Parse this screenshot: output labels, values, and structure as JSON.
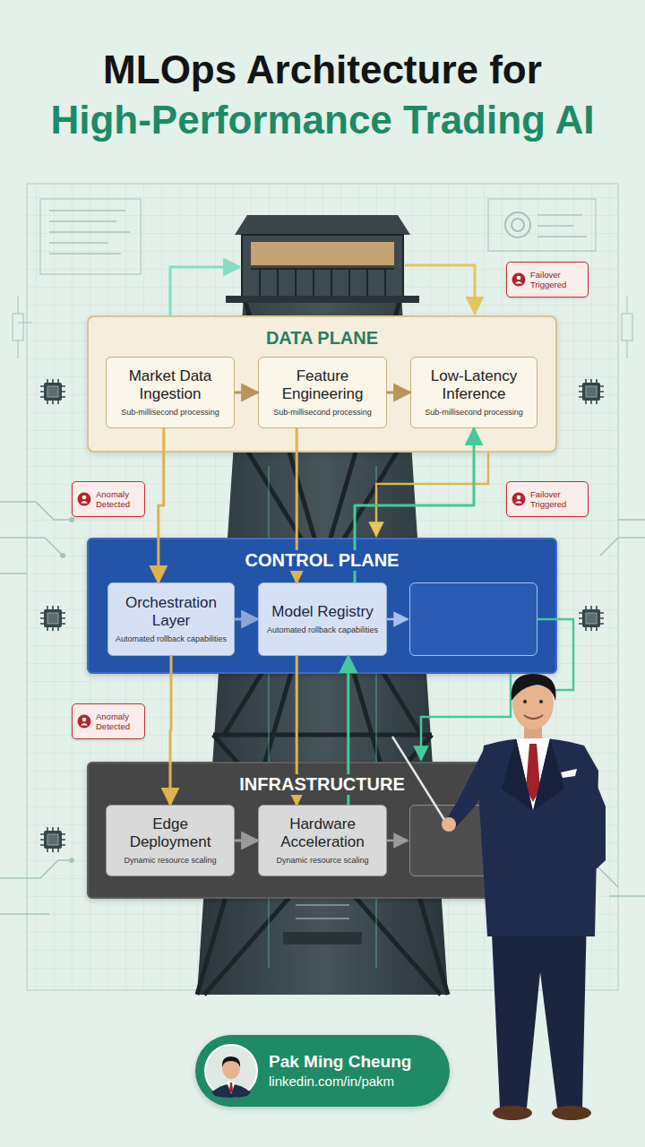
{
  "diagram": {
    "title": "MLOps Architecture for High-Performance Trading AI",
    "nodes": [
      {
        "text": [
          "Failover Triggered"
        ]
      },
      {
        "text": [
          "DATA PLANE"
        ]
      },
      {
        "text": [
          "Market Data Ingestion",
          "Sub-millisecond processing"
        ],
        "in": 1
      },
      {
        "text": [
          "Feature Engineering",
          "Sub-millisecond processing"
        ],
        "in": 1
      },
      {
        "text": [
          "Low-Latency Inference",
          "Sub-millisecond processing"
        ],
        "in": 1
      },
      {
        "text": [
          "Anomaly Detected"
        ]
      },
      {
        "text": [
          "Failover Triggered"
        ]
      },
      {
        "text": [
          "CONTROL PLANE"
        ]
      },
      {
        "text": [
          "Orchestration Layer",
          "Automated rollback capabilities"
        ],
        "in": 7
      },
      {
        "text": [
          "Model Registry",
          "Automated rollback capabilities"
        ],
        "in": 7
      },
      {
        "text": [
          "Anomaly Detected"
        ]
      },
      {
        "text": [
          "INFRASTRUCTURE"
        ]
      },
      {
        "text": [
          "Edge Deployment",
          "Dynamic resource scaling"
        ],
        "in": 11
      },
      {
        "text": [
          "Hardware Acceleration",
          "Dynamic resource scaling"
        ],
        "in": 11
      },
      {
        "text": [
          "Pak Ming Cheung",
          "linkedin.com/in/pakm"
        ]
      }
    ],
    "edges": [
      {
        "from": 2,
        "to": 3,
        "arrow": "to"
      },
      {
        "from": 3,
        "to": 4,
        "arrow": "to"
      },
      {
        "from": 8,
        "to": 9,
        "arrow": "to"
      },
      {
        "from": 12,
        "to": 13,
        "arrow": "to"
      },
      {
        "from": 2,
        "to": 8,
        "arrow": "to"
      },
      {
        "from": 3,
        "to": 9,
        "arrow": "to"
      },
      {
        "from": 9,
        "to": 4,
        "arrow": "to"
      },
      {
        "from": 8,
        "to": 12,
        "arrow": "to"
      },
      {
        "from": 9,
        "to": 13,
        "arrow": "to"
      },
      {
        "from": 13,
        "to": 9,
        "arrow": "to"
      }
    ]
  }
}
